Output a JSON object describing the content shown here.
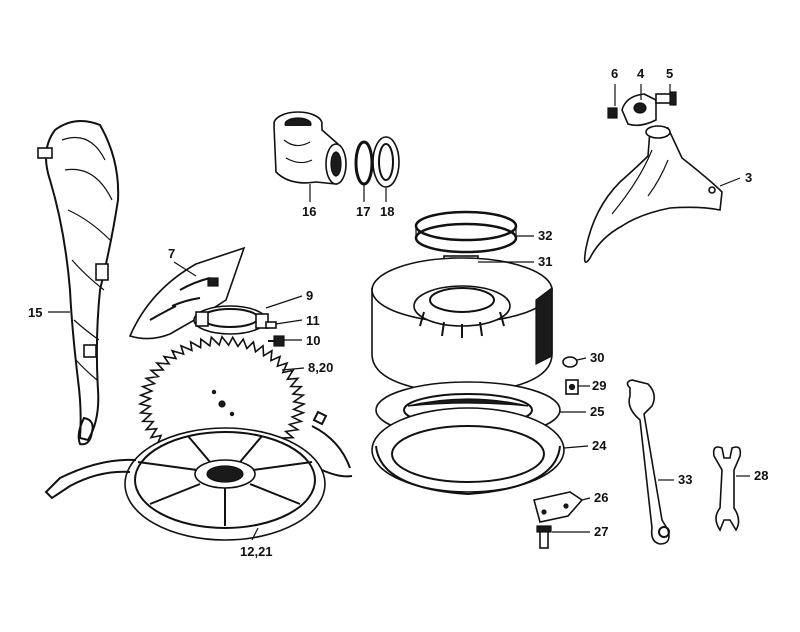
{
  "diagram": {
    "parts": [
      {
        "key": "p3",
        "label": "3"
      },
      {
        "key": "p4",
        "label": "4"
      },
      {
        "key": "p5",
        "label": "5"
      },
      {
        "key": "p6",
        "label": "6"
      },
      {
        "key": "p7",
        "label": "7"
      },
      {
        "key": "p8_20",
        "label": "8,20"
      },
      {
        "key": "p9",
        "label": "9"
      },
      {
        "key": "p10",
        "label": "10"
      },
      {
        "key": "p11",
        "label": "11"
      },
      {
        "key": "p12_21",
        "label": "12,21"
      },
      {
        "key": "p15",
        "label": "15"
      },
      {
        "key": "p16",
        "label": "16"
      },
      {
        "key": "p17",
        "label": "17"
      },
      {
        "key": "p18",
        "label": "18"
      },
      {
        "key": "p24",
        "label": "24"
      },
      {
        "key": "p25",
        "label": "25"
      },
      {
        "key": "p26",
        "label": "26"
      },
      {
        "key": "p27",
        "label": "27"
      },
      {
        "key": "p28",
        "label": "28"
      },
      {
        "key": "p29",
        "label": "29"
      },
      {
        "key": "p30",
        "label": "30"
      },
      {
        "key": "p31",
        "label": "31"
      },
      {
        "key": "p32",
        "label": "32"
      },
      {
        "key": "p33",
        "label": "33"
      }
    ]
  }
}
